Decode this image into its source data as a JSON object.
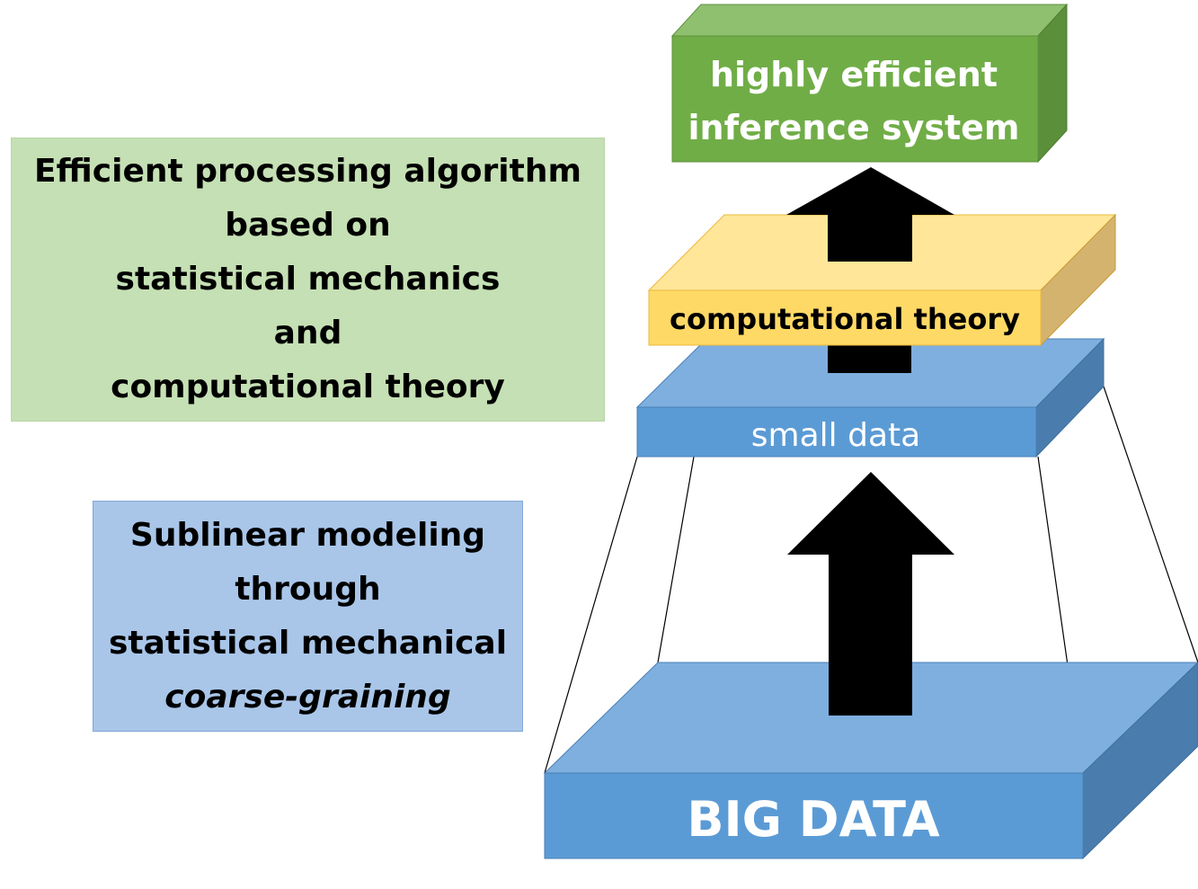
{
  "left_boxes": {
    "processing": {
      "lines": [
        "Efficient  processing algorithm",
        "based on",
        "statistical mechanics",
        "and",
        "computational theory"
      ]
    },
    "modeling": {
      "lines": [
        "Sublinear modeling",
        "through",
        "statistical mechanical",
        "coarse-graining"
      ]
    }
  },
  "stack": {
    "top_label_line1": "highly efficient",
    "top_label_line2": "inference system",
    "theory_label": "computational theory",
    "small_label": "small data",
    "big_label": "BIG DATA"
  },
  "colors": {
    "green_front": "#70ad47",
    "orange_front": "#ffd966",
    "blue_front": "#5b9bd5",
    "arrow": "#000000"
  }
}
